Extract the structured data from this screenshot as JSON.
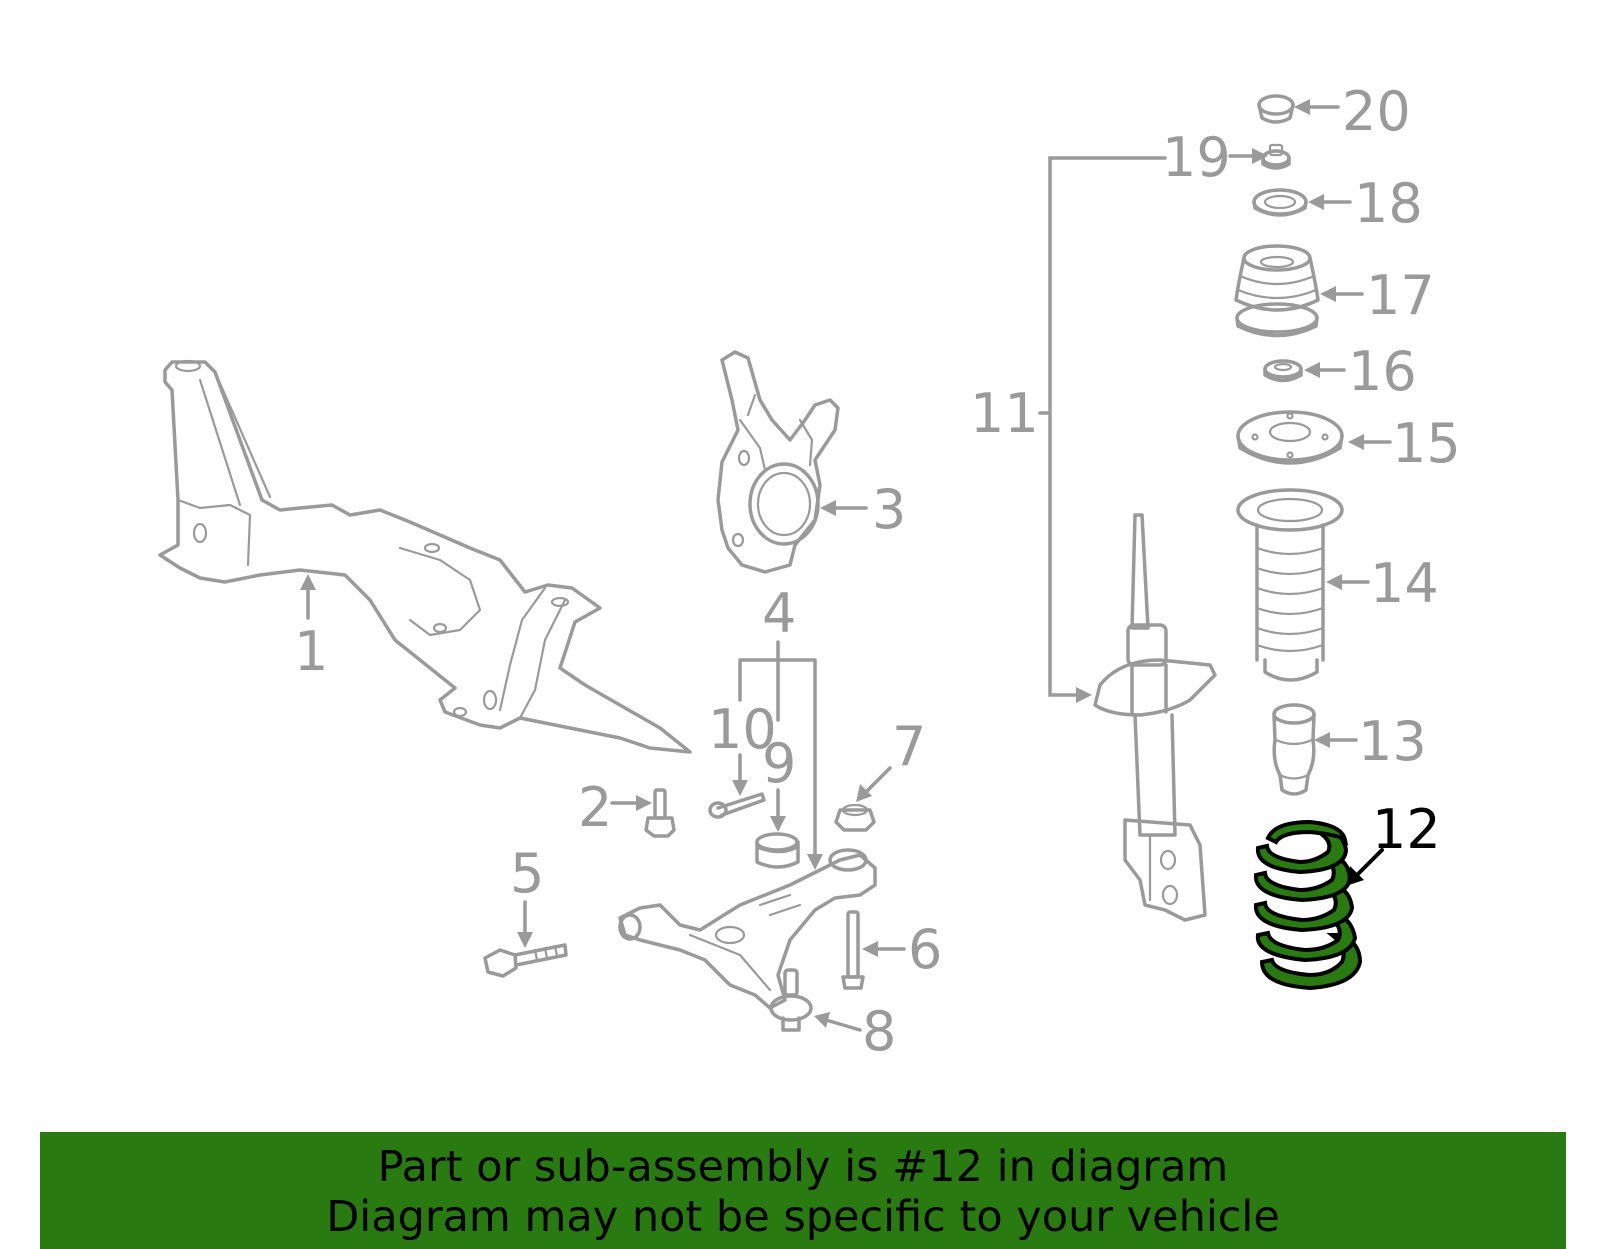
{
  "callouts": {
    "c1": "1",
    "c2": "2",
    "c3": "3",
    "c4": "4",
    "c5": "5",
    "c6": "6",
    "c7": "7",
    "c8": "8",
    "c9": "9",
    "c10": "10",
    "c11": "11",
    "c12": "12",
    "c13": "13",
    "c14": "14",
    "c15": "15",
    "c16": "16",
    "c17": "17",
    "c18": "18",
    "c19": "19",
    "c20": "20"
  },
  "highlight": {
    "part_number": "12",
    "color": "#2a7a12"
  },
  "banner": {
    "line1": "Part or sub-assembly is #12 in diagram",
    "line2": "Diagram may not be specific to your vehicle",
    "background": "#2a7a12"
  }
}
